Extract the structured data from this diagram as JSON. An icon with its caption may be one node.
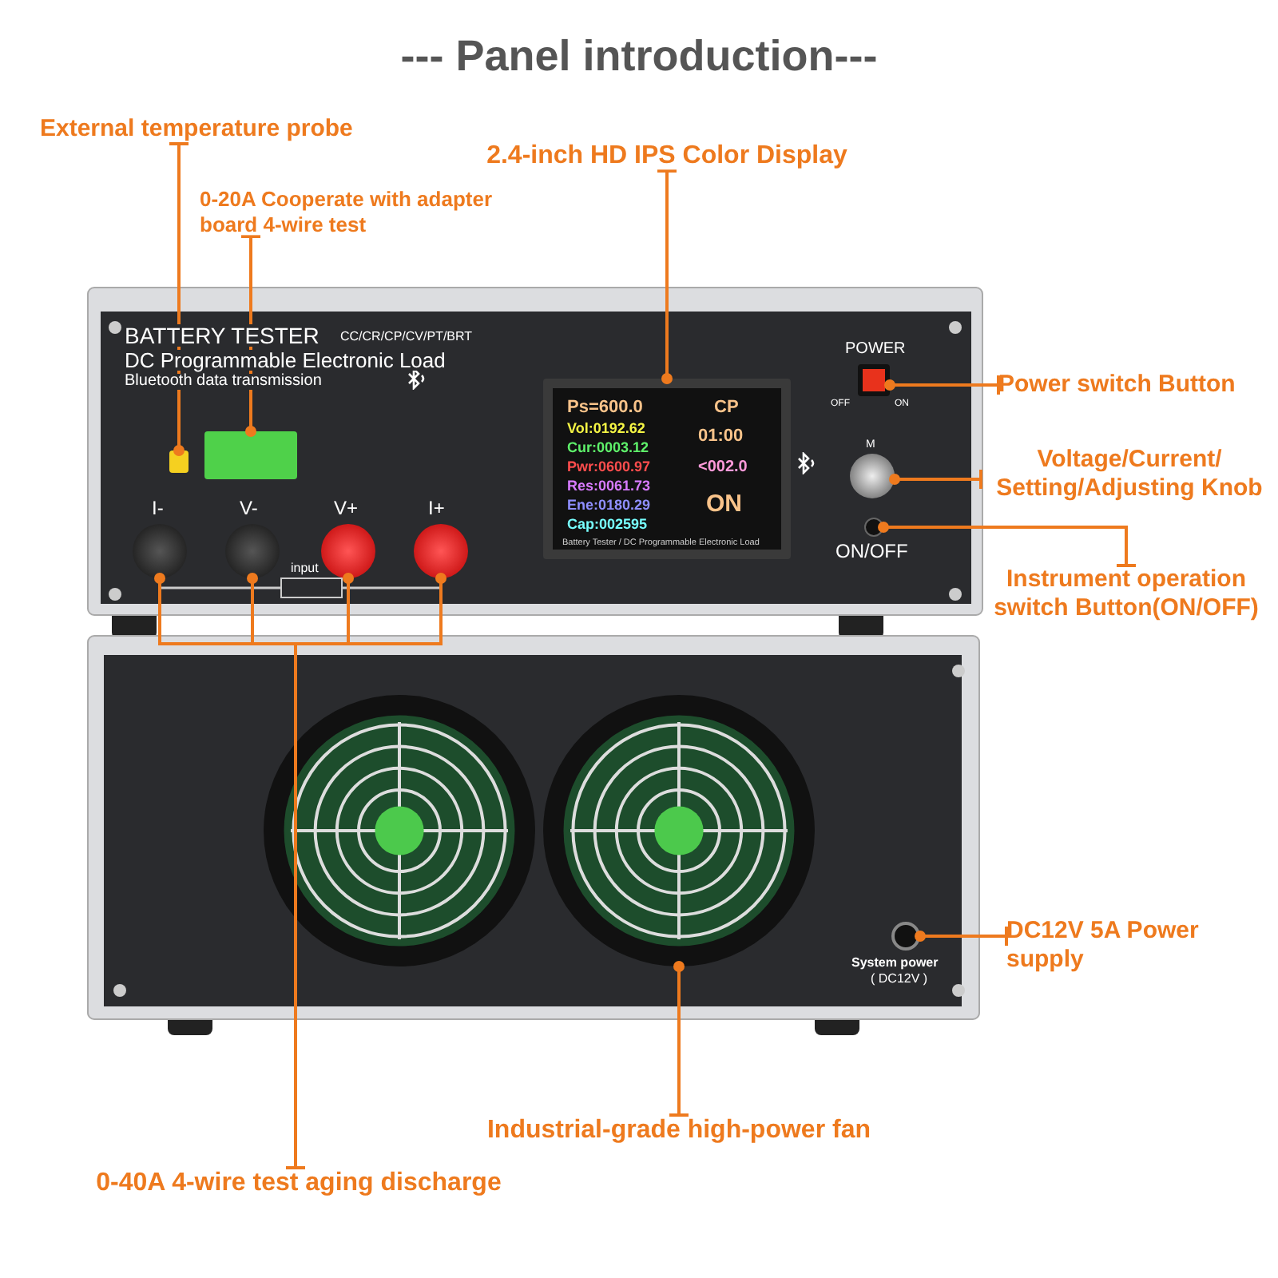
{
  "diagram": {
    "title": "--- Panel introduction---",
    "nodes": [
      {
        "text": [
          "External temperature probe"
        ]
      },
      {
        "text": [
          "0-20A Cooperate with adapter board 4-wire test"
        ]
      },
      {
        "text": [
          "2.4-inch HD IPS Color Display"
        ]
      },
      {
        "text": [
          "Power switch Button"
        ]
      },
      {
        "text": [
          "Voltage/Current/ Setting/Adjusting Knob"
        ]
      },
      {
        "text": [
          "Instrument operation switch Button(ON/OFF)"
        ]
      },
      {
        "text": [
          "DC12V 5A Power supply"
        ]
      },
      {
        "text": [
          "Industrial-grade high-power fan"
        ]
      },
      {
        "text": [
          "0-40A 4-wire test aging discharge"
        ]
      },
      {
        "text": [],
        "shape": "box"
      },
      {
        "text": [],
        "shape": "box"
      },
      {
        "text": [],
        "shape": "box"
      },
      {
        "text": [],
        "shape": "box",
        "beside": [
          "POWER"
        ]
      },
      {
        "text": [],
        "shape": "circle",
        "beside": [
          "M"
        ]
      },
      {
        "text": [],
        "shape": "circle"
      },
      {
        "text": [],
        "shape": "circle"
      },
      {
        "text": [],
        "shape": "circle"
      },
      {
        "text": [],
        "shape": "circle"
      },
      {
        "text": [],
        "shape": "circle"
      },
      {
        "text": [],
        "shape": "circle"
      },
      {
        "text": [],
        "shape": "circle"
      },
      {
        "text": [],
        "shape": "circle"
      }
    ],
    "edges": [
      {
        "from": 0,
        "to": 9,
        "arrow": "other"
      },
      {
        "from": 1,
        "to": 10,
        "arrow": "other"
      },
      {
        "from": 2,
        "to": 11,
        "arrow": "other"
      },
      {
        "from": 3,
        "to": 12,
        "arrow": "other"
      },
      {
        "from": 4,
        "to": 13,
        "arrow": "other"
      },
      {
        "from": 5,
        "to": 14,
        "arrow": "other"
      },
      {
        "from": 6,
        "to": 15,
        "arrow": "other"
      },
      {
        "from": 7,
        "to": 16,
        "arrow": "other"
      },
      {
        "from": 8,
        "to": 17,
        "arrow": "other"
      },
      {
        "from": 8,
        "to": 18,
        "arrow": "other"
      },
      {
        "from": 8,
        "to": 19,
        "arrow": "other"
      },
      {
        "from": 8,
        "to": 20,
        "arrow": "other"
      }
    ],
    "labels": [
      "BATTERY TESTER",
      "CC/CR/CP/CV/PT/BRT",
      "DC Programmable Electronic Load",
      "Bluetooth data transmission",
      "OFF",
      "ON",
      "Ps=600.0",
      "CP",
      "Vol:0192.62",
      "Cur:0003.12",
      "Pwr:0600.97",
      "Res:0061.73",
      "Ene:0180.29",
      "Cap:002595",
      "01:00",
      "<002.0",
      "ON",
      "Battery Tester / DC Programmable Electronic Load",
      "ON/OFF",
      "I-",
      "V-",
      "V+",
      "I+",
      "input",
      "System power",
      "( DC12V )"
    ]
  }
}
